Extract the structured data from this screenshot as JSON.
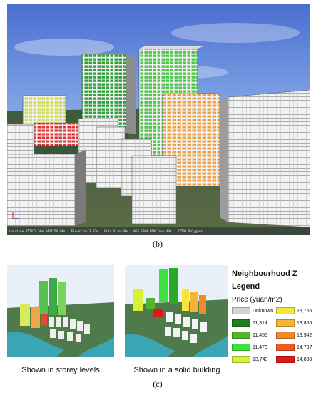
{
  "figure_b": {
    "status_bar": [
      "Location 357817.50m 3437150.94m",
      "Elevation 3.32m",
      "Grid Size 50m",
      "WGS 1984 UTM Zone 49N",
      "27503 Polygons"
    ],
    "caption": "(b)"
  },
  "figure_c": {
    "left_caption": "Shown in storey levels",
    "right_caption": "Shown in a solid building",
    "caption": "(c)"
  },
  "legend": {
    "title": "Neighbourhood Z",
    "subtitle": "Legend",
    "field": "Price (yuan/m2)",
    "left_items": [
      {
        "label": "Unknown",
        "color": "#d3d3d3"
      },
      {
        "label": "11,314",
        "color": "#1e7d1e"
      },
      {
        "label": "11,455",
        "color": "#4fb82a"
      },
      {
        "label": "11,473",
        "color": "#3ee03e"
      },
      {
        "label": "13,743",
        "color": "#d9f03a"
      }
    ],
    "right_items": [
      {
        "label": "13,756",
        "color": "#f7e63a"
      },
      {
        "label": "13,856",
        "color": "#f7b23a"
      },
      {
        "label": "13,942",
        "color": "#f08a2a"
      },
      {
        "label": "14,797",
        "color": "#ee5a22"
      },
      {
        "label": "14,830",
        "color": "#e01818"
      }
    ]
  }
}
